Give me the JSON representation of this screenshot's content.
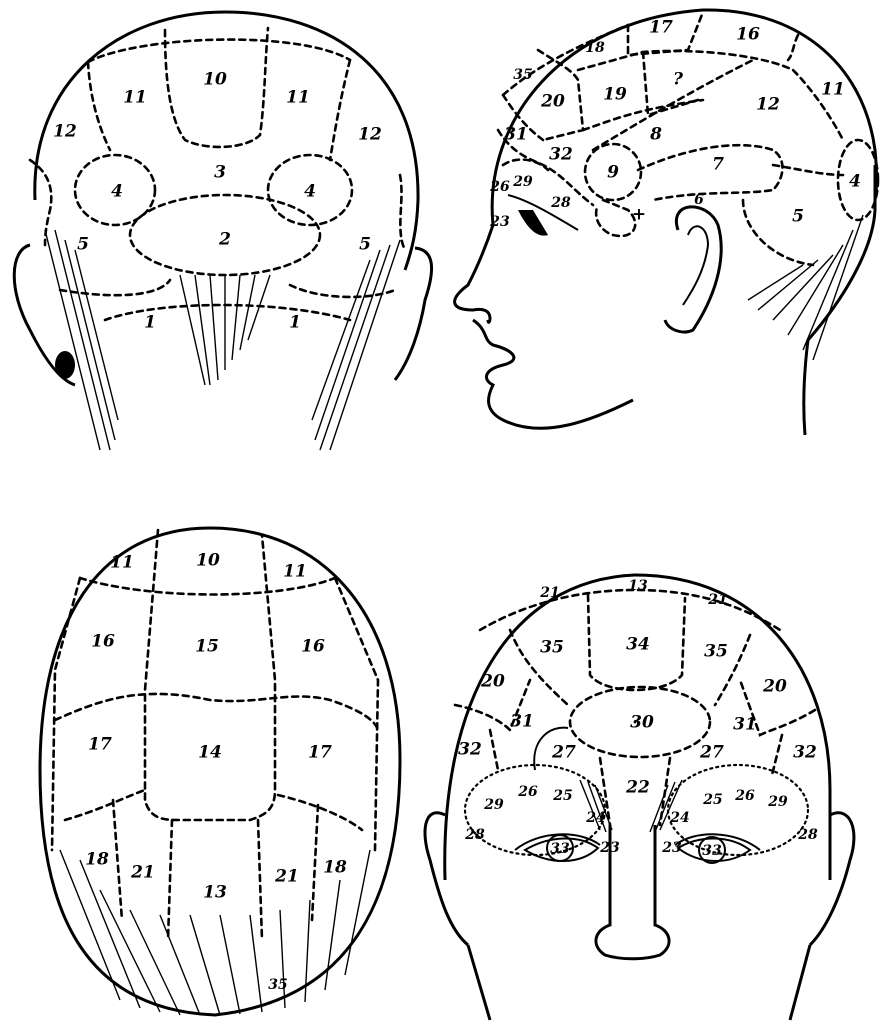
{
  "figure": {
    "description": "Phrenology chart: four views of a human head divided into numbered regions",
    "colors": {
      "ink": "#000000",
      "paper": "#ffffff"
    }
  },
  "views": {
    "back": {
      "name": "Back view",
      "labels": [
        "10",
        "11",
        "11",
        "12",
        "12",
        "3",
        "4",
        "4",
        "2",
        "5",
        "5",
        "1",
        "1"
      ]
    },
    "side": {
      "name": "Side profile view",
      "labels": [
        "17",
        "16",
        "18",
        "35",
        "?",
        "19",
        "20",
        "12",
        "11",
        "31",
        "8",
        "32",
        "9",
        "7",
        "4",
        "26",
        "29",
        "28",
        "23",
        "+",
        "6",
        "5"
      ]
    },
    "top": {
      "name": "Top view",
      "labels": [
        "11",
        "10",
        "11",
        "16",
        "15",
        "16",
        "17",
        "14",
        "17",
        "18",
        "21",
        "13",
        "21",
        "18",
        "35"
      ]
    },
    "front": {
      "name": "Front view",
      "labels": [
        "21",
        "13",
        "21",
        "35",
        "34",
        "35",
        "20",
        "20",
        "31",
        "30",
        "31",
        "32",
        "27",
        "27",
        "32",
        "22",
        "29",
        "26",
        "25",
        "25",
        "26",
        "29",
        "24",
        "24",
        "28",
        "28",
        "23",
        "23",
        "33",
        "33"
      ]
    }
  }
}
